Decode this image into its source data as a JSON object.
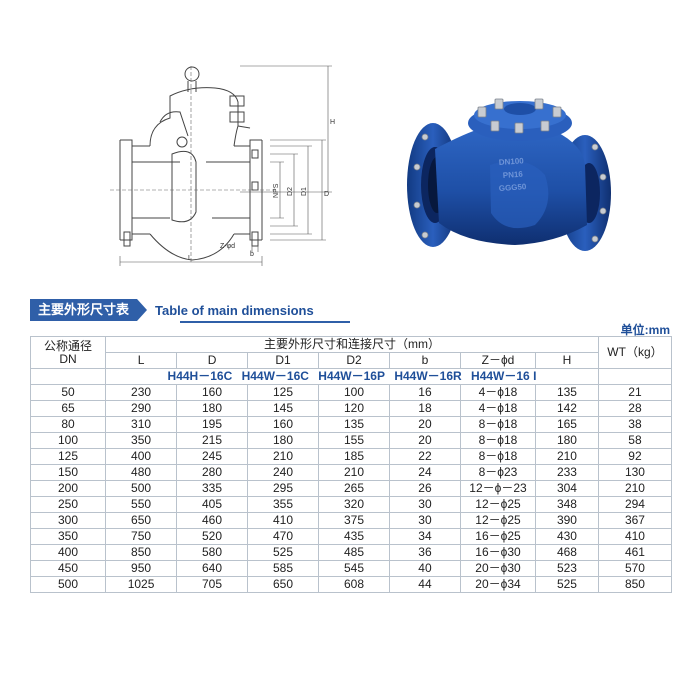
{
  "drawing": {
    "dimension_labels": [
      "H",
      "NPS",
      "D2",
      "D1",
      "D",
      "Z-φd",
      "L",
      "b"
    ]
  },
  "photo": {
    "body_markings": [
      "DN100",
      "PN16",
      "GGG50"
    ],
    "colors": {
      "body": "#1e4fa6",
      "body_dark": "#0f2f70",
      "bolts": "#c8ccd2"
    }
  },
  "section": {
    "title_cn": "主要外形尺寸表",
    "title_en": "Table of main dimensions",
    "unit_label": "单位:mm"
  },
  "table": {
    "dn_header_cn": "公称通径",
    "dn_header_en": "DN",
    "group_header": "主要外形尺寸和连接尺寸（mm）",
    "wt_header": "WT（kg）",
    "sub_headers": [
      "L",
      "D",
      "D1",
      "D2",
      "b",
      "Z－ϕd",
      "H"
    ],
    "models": [
      "H44H－16C",
      "H44W－16C",
      "H44W－16P",
      "H44W－16R",
      "H44W－16 I"
    ],
    "rows": [
      [
        "50",
        "230",
        "160",
        "125",
        "100",
        "16",
        "4－ϕ18",
        "135",
        "21"
      ],
      [
        "65",
        "290",
        "180",
        "145",
        "120",
        "18",
        "4－ϕ18",
        "142",
        "28"
      ],
      [
        "80",
        "310",
        "195",
        "160",
        "135",
        "20",
        "8－ϕ18",
        "165",
        "38"
      ],
      [
        "100",
        "350",
        "215",
        "180",
        "155",
        "20",
        "8－ϕ18",
        "180",
        "58"
      ],
      [
        "125",
        "400",
        "245",
        "210",
        "185",
        "22",
        "8－ϕ18",
        "210",
        "92"
      ],
      [
        "150",
        "480",
        "280",
        "240",
        "210",
        "24",
        "8－ϕ23",
        "233",
        "130"
      ],
      [
        "200",
        "500",
        "335",
        "295",
        "265",
        "26",
        "12－ϕ－23",
        "304",
        "210"
      ],
      [
        "250",
        "550",
        "405",
        "355",
        "320",
        "30",
        "12－ϕ25",
        "348",
        "294"
      ],
      [
        "300",
        "650",
        "460",
        "410",
        "375",
        "30",
        "12－ϕ25",
        "390",
        "367"
      ],
      [
        "350",
        "750",
        "520",
        "470",
        "435",
        "34",
        "16－ϕ25",
        "430",
        "410"
      ],
      [
        "400",
        "850",
        "580",
        "525",
        "485",
        "36",
        "16－ϕ30",
        "468",
        "461"
      ],
      [
        "450",
        "950",
        "640",
        "585",
        "545",
        "40",
        "20－ϕ30",
        "523",
        "570"
      ],
      [
        "500",
        "1025",
        "705",
        "650",
        "608",
        "44",
        "20－ϕ34",
        "525",
        "850"
      ]
    ]
  }
}
